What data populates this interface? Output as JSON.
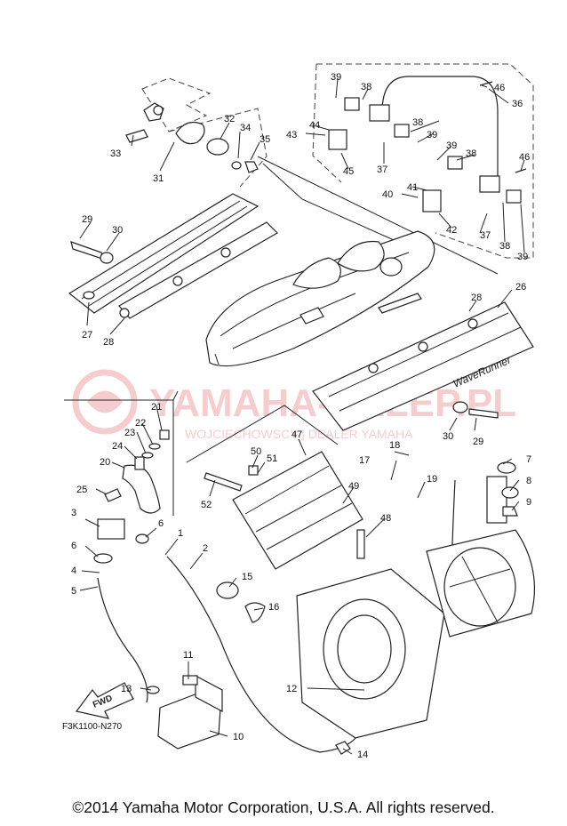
{
  "diagram_code": "F3K1100-N270",
  "fwd_label": "FWD",
  "watermark": {
    "brand": "YAMAHA-SKLEP.PL",
    "dealer": "WOJCIECHOWSCY | DEALER YAMAHA",
    "color": "#d61f26"
  },
  "hull_decal": "WaveRunner",
  "copyright": "©2014 Yamaha Motor Corporation, U.S.A. All rights reserved.",
  "callouts": [
    "1",
    "2",
    "3",
    "4",
    "5",
    "6",
    "6",
    "7",
    "8",
    "9",
    "10",
    "11",
    "12",
    "13",
    "14",
    "15",
    "16",
    "17",
    "18",
    "19",
    "20",
    "21",
    "22",
    "23",
    "24",
    "25",
    "26",
    "27",
    "28",
    "28",
    "29",
    "29",
    "30",
    "30",
    "31",
    "32",
    "33",
    "34",
    "35",
    "36",
    "37",
    "37",
    "38",
    "38",
    "38",
    "38",
    "39",
    "39",
    "39",
    "39",
    "40",
    "41",
    "42",
    "43",
    "44",
    "45",
    "46",
    "46",
    "47",
    "48",
    "49",
    "50",
    "51",
    "52"
  ]
}
